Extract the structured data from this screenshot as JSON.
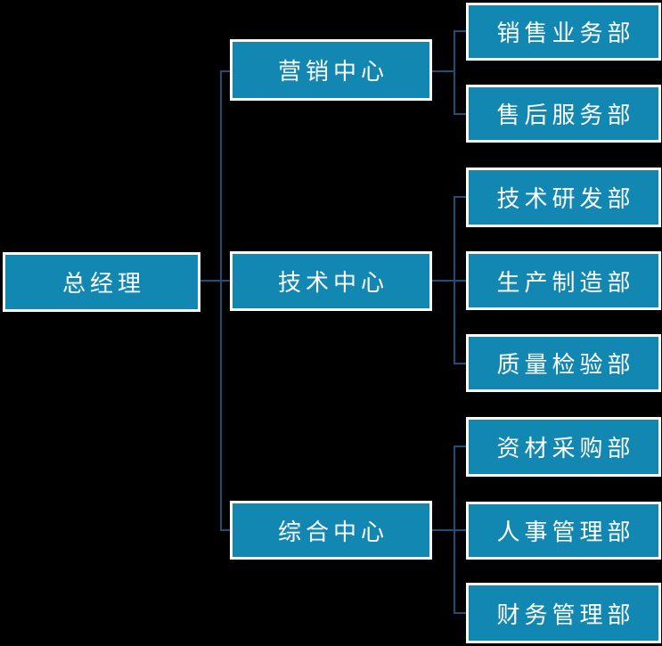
{
  "colors": {
    "background": "#000000",
    "box_fill": "#1287B2",
    "box_border": "#FFFFFF",
    "connector": "#1F4E79",
    "text": "#FFFFFF"
  },
  "org_chart": {
    "root": {
      "label": "总经理"
    },
    "centers": [
      {
        "label": "营销中心",
        "departments": [
          {
            "label": "销售业务部"
          },
          {
            "label": "售后服务部"
          }
        ]
      },
      {
        "label": "技术中心",
        "departments": [
          {
            "label": "技术研发部"
          },
          {
            "label": "生产制造部"
          },
          {
            "label": "质量检验部"
          }
        ]
      },
      {
        "label": "综合中心",
        "departments": [
          {
            "label": "资材采购部"
          },
          {
            "label": "人事管理部"
          },
          {
            "label": "财务管理部"
          }
        ]
      }
    ]
  }
}
